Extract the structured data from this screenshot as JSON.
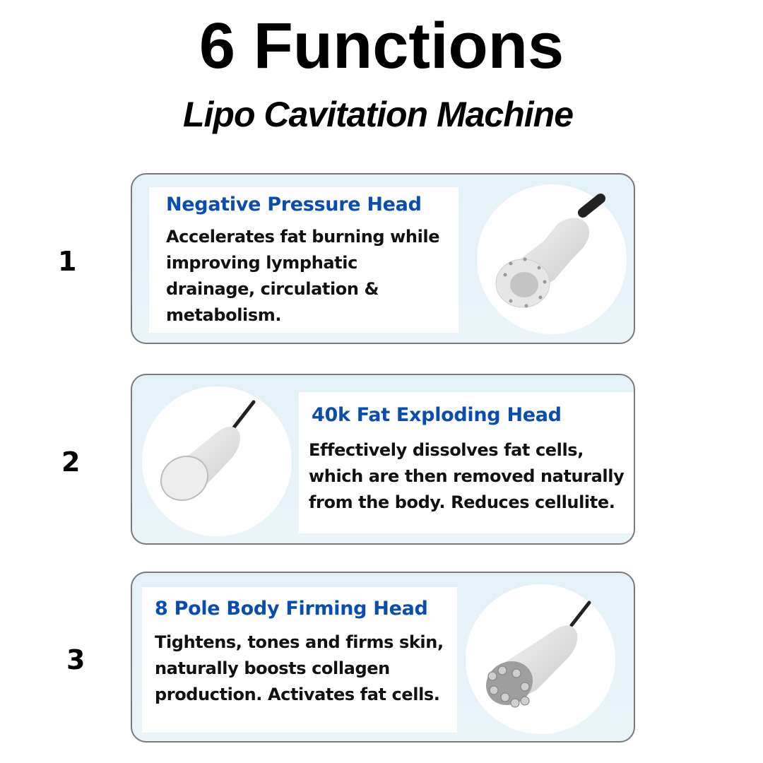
{
  "header": {
    "title": "6 Functions",
    "subtitle": "Lipo Cavitation Machine"
  },
  "colors": {
    "heading_blue": "#0a4db0",
    "card_bg": "#e4f1f8",
    "card_border": "#7a7a7a",
    "text": "#111111"
  },
  "functions": [
    {
      "number": "1",
      "heading": "Negative Pressure Head",
      "description": "Accelerates fat burning while\nimproving lymphatic\ndrainage, circulation &\nmetabolism.",
      "image": "negative-pressure-head-device"
    },
    {
      "number": "2",
      "heading": "40k Fat Exploding Head",
      "description": "Effectively dissolves fat cells,\nwhich are then removed naturally\nfrom the body. Reduces cellulite.",
      "image": "40k-cavitation-head-device"
    },
    {
      "number": "3",
      "heading": "8 Pole Body Firming Head",
      "description": "Tightens, tones and firms skin,\nnaturally boosts collagen\nproduction.  Activates fat cells.",
      "image": "8-pole-rf-head-device"
    }
  ]
}
